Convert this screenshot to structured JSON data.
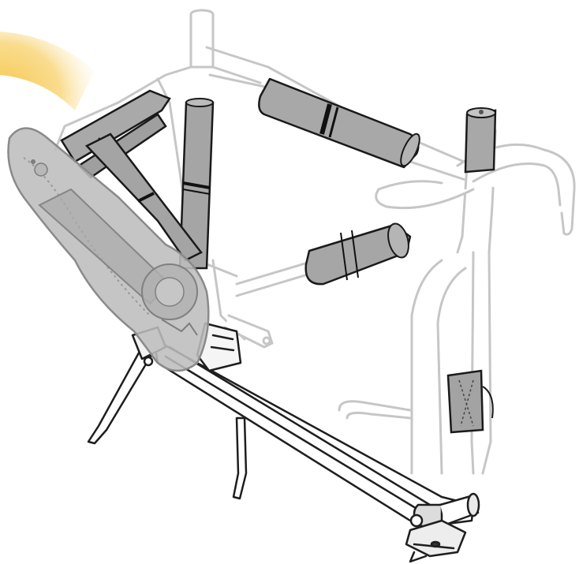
{
  "illustration": {
    "colors": {
      "background": "#ffffff",
      "frame_outline": "#c8c8c8",
      "frame_fill": "#ffffff",
      "padding_fill": "#a7a7a7",
      "padding_stroke": "#1a1a1a",
      "strap": "#111111",
      "stand_stroke": "#1e1e1e",
      "stand_fill": "#ffffff",
      "cover_fill": "#bdbdbd",
      "cover_stroke": "#8a8a8a",
      "glow": "#f5c64a"
    },
    "parts": [
      "frame",
      "frame-padding-top-tube",
      "frame-padding-down-tube",
      "frame-padding-seat-tube",
      "frame-padding-chainstay",
      "fork-strap-pad",
      "chainring-cover",
      "bike-stand",
      "highlight-glow"
    ]
  }
}
